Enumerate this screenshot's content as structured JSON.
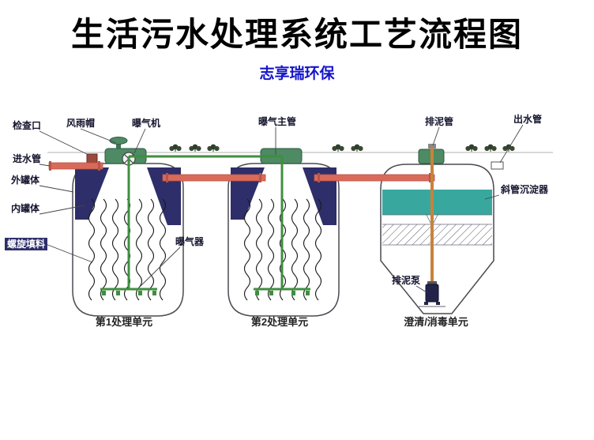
{
  "header": {
    "title": "生活污水处理系统工艺流程图",
    "subtitle": "志享瑞环保"
  },
  "colors": {
    "subtitle_blue": "#1414cc",
    "pipe_red": "#d96a5a",
    "pipe_red_dark": "#b85448",
    "pipe_green": "#3f8f3f",
    "tank_navy": "#2e2e6a",
    "settler_teal": "#38a89e",
    "cap_green": "#4e8a63",
    "sludge_pipe_orange": "#c8823c"
  },
  "diagram": {
    "labels": {
      "inspection_port": "检查口",
      "rain_cap": "风雨帽",
      "aerator": "曝气机",
      "aeration_main_pipe": "曝气主管",
      "sludge_pipe": "排泥管",
      "outlet_pipe": "出水管",
      "inlet_pipe": "进水管",
      "outer_tank": "外罐体",
      "inner_tank": "内罐体",
      "spiral_packing": "螺旋填料",
      "air_diffuser": "曝气器",
      "inclined_tube_settler": "斜管沉淀器",
      "sludge_pump": "排泥泵"
    },
    "units": {
      "unit1": "第1处理单元",
      "unit2": "第2处理单元",
      "unit3": "澄清/消毒单元"
    }
  }
}
